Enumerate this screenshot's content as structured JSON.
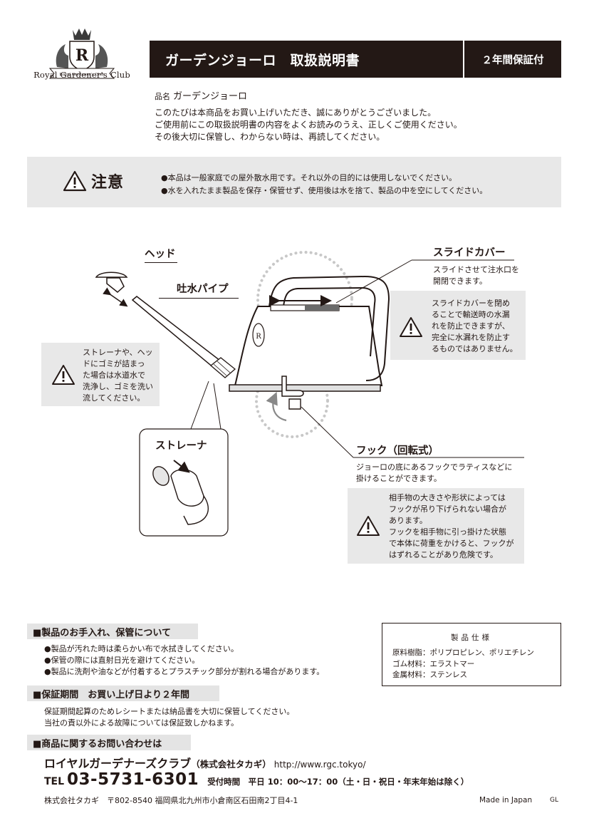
{
  "brand": {
    "logo_letter": "R",
    "logo_ribbon": "Royal Gardener's Club",
    "name": "Royal Gardener's Club"
  },
  "title": {
    "main": "ガーデンジョーロ　取扱説明書",
    "warranty": "２年間保証付"
  },
  "product": {
    "label": "品名",
    "name": "ガーデンジョーロ"
  },
  "intro": [
    "このたびは本商品をお買い上げいただき、誠にありがとうございました。",
    "ご使用前にこの取扱説明書の内容をよくお読みのうえ、正しくご使用ください。",
    "その後大切に保管し、わからない時は、再読してください。"
  ],
  "caution": {
    "heading": "注意",
    "lines": [
      "●本品は一般家庭での屋外散水用です。それ以外の目的には使用しないでください。",
      "●水を入れたまま製品を保存・保管せず、使用後は水を捨て、製品の中を空にしてください。"
    ]
  },
  "diagram": {
    "head_label": "ヘッド",
    "pipe_label": "吐水パイプ",
    "strainer_warning": [
      "ストレーナや、ヘッ",
      "ドにゴミが詰まっ",
      "た場合は水道水で",
      "洗浄し、ゴミを洗い",
      "流してください。"
    ],
    "strainer_label": "ストレーナ",
    "slide_title": "スライドカバー",
    "slide_desc": [
      "スライドさせて注水口を",
      "開閉できます。"
    ],
    "slide_warning": [
      "スライドカバーを閉め",
      "ることで輸送時の水漏",
      "れを防止できますが、",
      "完全に水漏れを防止す",
      "るものではありません。"
    ],
    "hook_title": "フック（回転式）",
    "hook_desc": [
      "ジョーロの底にあるフックでラティスなどに",
      "掛けることができます。"
    ],
    "hook_warning": [
      "相手物の大きさや形状によっては",
      "フックが吊り下げられない場合が",
      "あります。",
      "フックを相手物に引っ掛けた状態",
      "で本体に荷重をかけると、フックが",
      "はずれることがあり危険です。"
    ],
    "can_emblem": "R"
  },
  "care": {
    "heading": "■製品のお手入れ、保管について",
    "lines": [
      "●製品が汚れた時は柔らかい布で水拭きしてください。",
      "●保管の際には直射日光を避けてください。",
      "●製品に洗剤や油などが付着するとプラスチック部分が割れる場合があります。"
    ]
  },
  "spec": {
    "title": "製品仕様",
    "rows": [
      "原料樹脂：ポリプロピレン、ポリエチレン",
      "ゴム材料：エラストマー",
      "金属材料：ステンレス"
    ]
  },
  "warranty_section": {
    "heading": "■保証期間　お買い上げ日より２年間",
    "lines": [
      "保証期間起算のためレシートまたは納品書を大切に保管してください。",
      "当社の責以外による故障については保証致しかねます。"
    ]
  },
  "contact": {
    "heading": "■商品に関するお問い合わせは",
    "company": "ロイヤルガーデナーズクラブ",
    "company_paren": "（株式会社タカギ）",
    "url": "http://www.rgc.tokyo/",
    "tel_label": "TEL",
    "tel_number": "03-5731-6301",
    "hours": "受付時間　平日 10：00〜17：00（土・日・祝日・年末年始は除く）",
    "address": "株式会社タカギ　〒802-8540  福岡県北九州市小倉南区石田南2丁目4-1"
  },
  "footer": {
    "made_in": "Made in Japan",
    "code": "GL"
  },
  "colors": {
    "ink": "#231815",
    "panel": "#e8e8e8",
    "dots": "#c8c8c8"
  },
  "icons": [
    "warning-triangle-icon",
    "rotate-arrow-icon",
    "double-arrow-icon"
  ]
}
